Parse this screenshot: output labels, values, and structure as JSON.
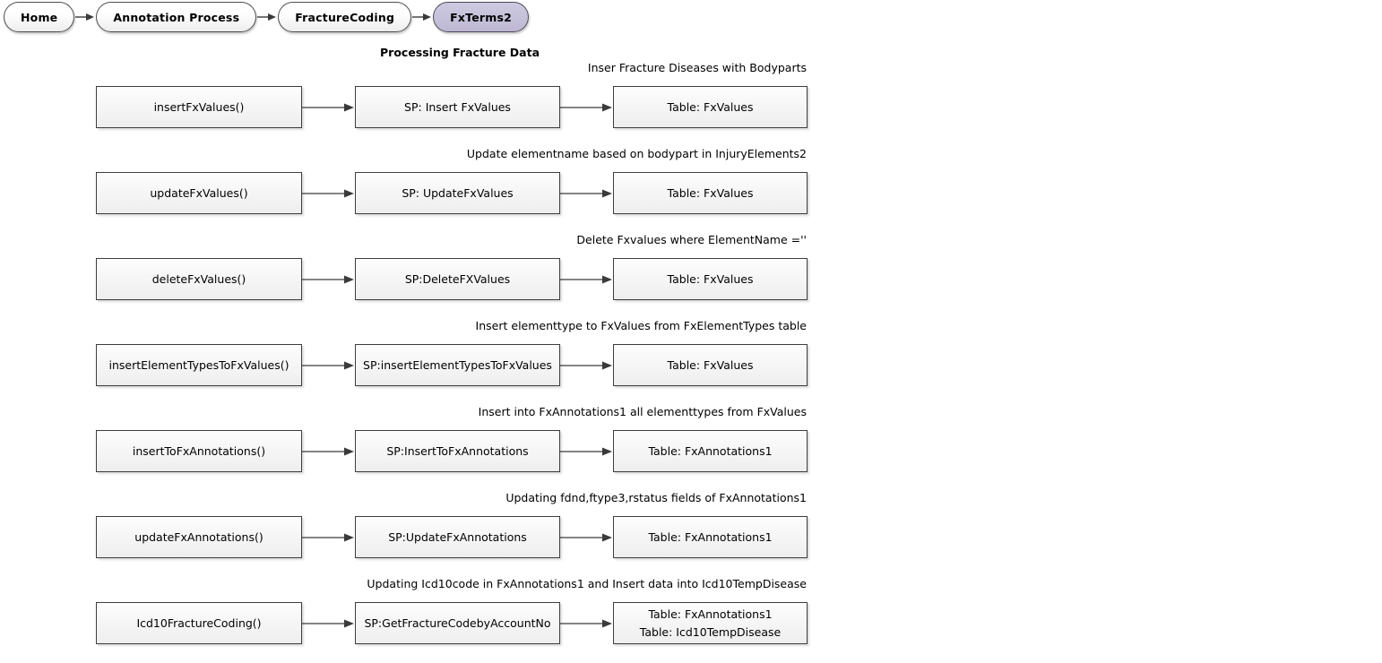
{
  "breadcrumb": {
    "items": [
      {
        "label": "Home",
        "active": false
      },
      {
        "label": "Annotation Process",
        "active": false
      },
      {
        "label": "FractureCoding",
        "active": false
      },
      {
        "label": "FxTerms2",
        "active": true
      }
    ],
    "active_color": "#c6c1da",
    "separator_icon": "arrow-right-icon"
  },
  "diagram": {
    "title": "Processing Fracture Data",
    "arrow_icon": "arrow-right-icon",
    "rows": [
      {
        "annotation": "Inser Fracture Diseases with Bodyparts",
        "function": "insertFxValues()",
        "procedure": "SP: Insert FxValues",
        "table": "Table: FxValues"
      },
      {
        "annotation": "Update elementname based on bodypart in InjuryElements2",
        "function": "updateFxValues()",
        "procedure": "SP: UpdateFxValues",
        "table": "Table: FxValues"
      },
      {
        "annotation": "Delete Fxvalues where ElementName =''",
        "function": "deleteFxValues()",
        "procedure": "SP:DeleteFXValues",
        "table": "Table: FxValues"
      },
      {
        "annotation": "Insert elementtype to FxValues from FxElementTypes table",
        "function": "insertElementTypesToFxValues()",
        "procedure": "SP:insertElementTypesToFxValues",
        "table": "Table: FxValues"
      },
      {
        "annotation": "Insert into FxAnnotations1 all elementtypes from FxValues",
        "function": "insertToFxAnnotations()",
        "procedure": "SP:InsertToFxAnnotations",
        "table": "Table: FxAnnotations1"
      },
      {
        "annotation": "Updating fdnd,ftype3,rstatus fields of FxAnnotations1",
        "function": "updateFxAnnotations()",
        "procedure": "SP:UpdateFxAnnotations",
        "table": "Table: FxAnnotations1"
      },
      {
        "annotation": "Updating Icd10code in FxAnnotations1 and Insert data into Icd10TempDisease",
        "function": "Icd10FractureCoding()",
        "procedure": "SP:GetFractureCodebyAccountNo",
        "table": "Table: FxAnnotations1",
        "table_line2": "Table: Icd10TempDisease"
      }
    ]
  }
}
